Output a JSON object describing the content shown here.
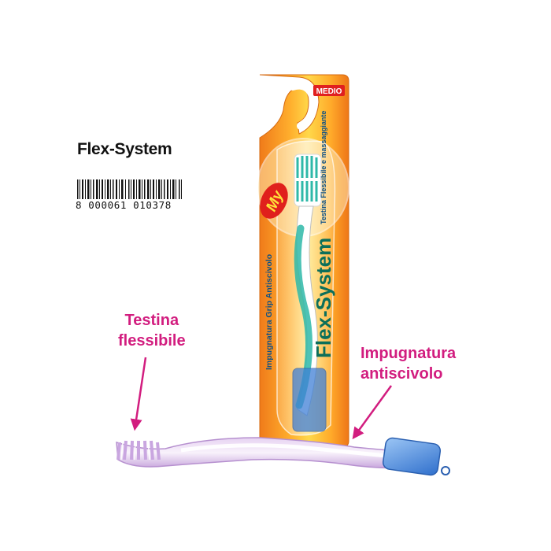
{
  "product": {
    "title": "Flex-System",
    "barcode_digits": "8 000061 010378"
  },
  "package": {
    "badge": "MEDIO",
    "brand_logo": "My",
    "vertical_name": "Flex-System",
    "grip_text": "Impugnatura Grip Antiscivolo",
    "head_text": "Testina Flessibile e massaggiante"
  },
  "callouts": {
    "head": [
      "Testina",
      "flessibile"
    ],
    "grip": [
      "Impugnatura",
      "antiscivolo"
    ]
  },
  "colors": {
    "callout": "#d21d7f",
    "package_orange": "#f08a1c",
    "package_yellow": "#ffd23a",
    "badge_red": "#e02020",
    "brush_teal": "#2eb8a8",
    "brush_lilac": "#c9a6e0",
    "cap_blue": "#3f7fd6"
  },
  "icons": [
    "barcode",
    "arrow-head",
    "arrow-grip"
  ]
}
